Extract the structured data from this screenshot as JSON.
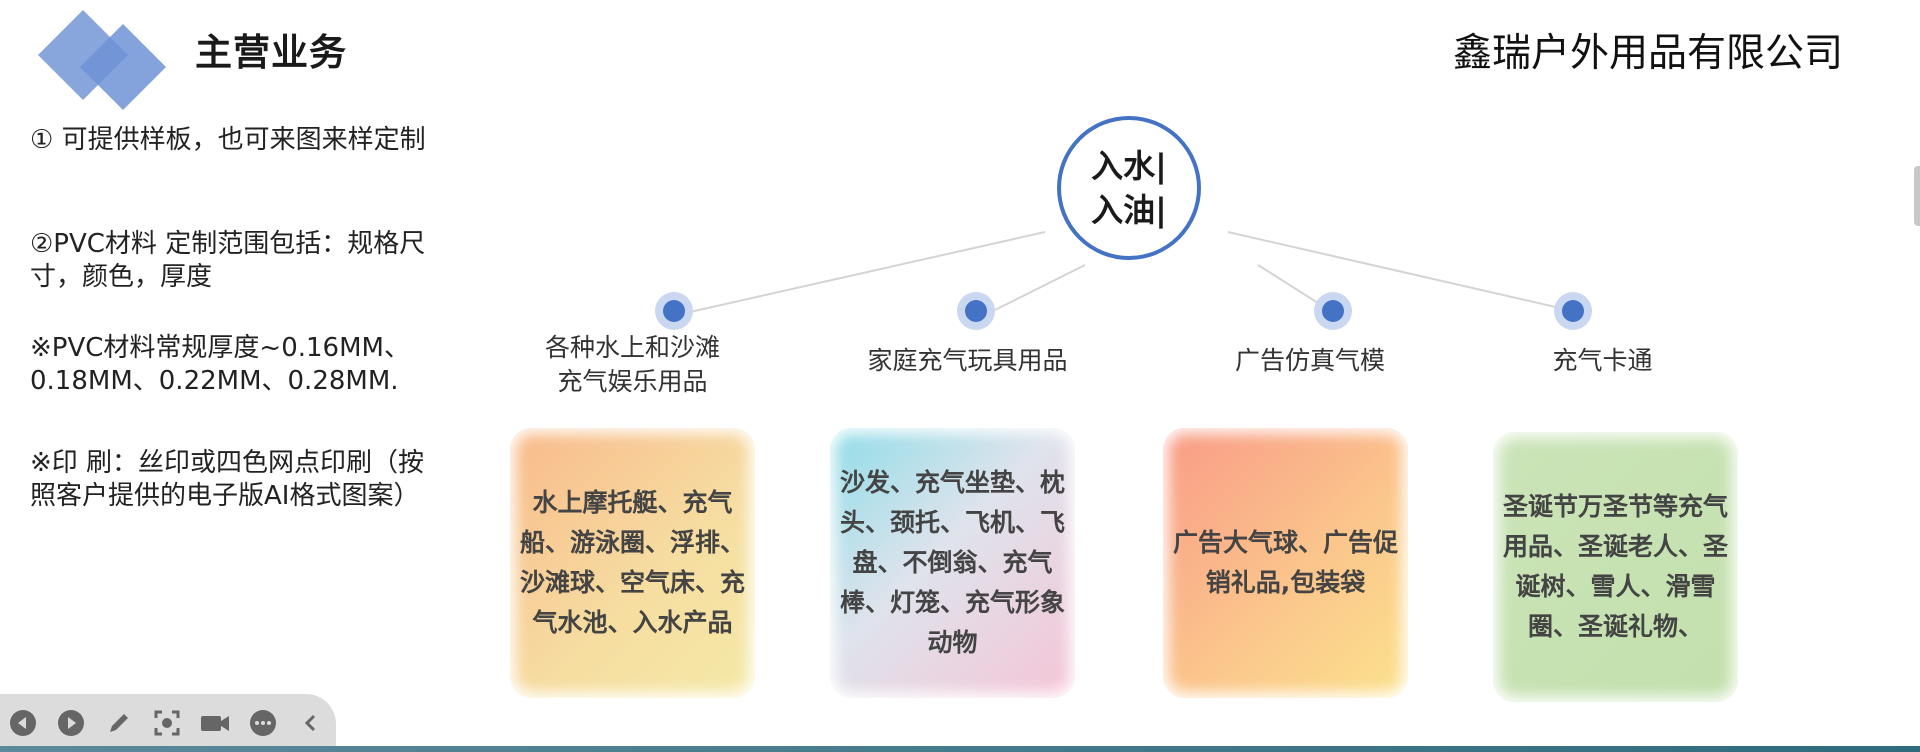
{
  "header": {
    "title": "主营业务",
    "company": "鑫瑞户外用品有限公司"
  },
  "info": {
    "p1": "① 可提供样板，也可来图来样定制",
    "p2": "②PVC材料 定制范围包括：规格尺寸，颜色，厚度",
    "p3": "※PVC材料常规厚度~0.16MM、0.18MM、0.22MM、0.28MM.",
    "p4": "※印 刷：丝印或四色网点印刷（按照客户提供的电子版AI格式图案）"
  },
  "hub": {
    "line1": "入水|",
    "line2": "入油|"
  },
  "categories": [
    {
      "label": "各种水上和沙滩充气娱乐用品",
      "desc": "水上摩托艇、充气船、游泳圈、浮排、沙滩球、空气床、充气水池、入水产品"
    },
    {
      "label": "家庭充气玩具用品",
      "desc": "沙发、充气坐垫、枕头、颈托、飞机、飞盘、不倒翁、充气棒、灯笼、充气形象动物"
    },
    {
      "label": "广告仿真气模",
      "desc": "广告大气球、广告促销礼品,包装袋"
    },
    {
      "label": "充气卡通",
      "desc": "圣诞节万圣节等充气用品、圣诞老人、圣诞树、雪人、滑雪圈、圣诞礼物、"
    }
  ],
  "controls": [
    "prev-icon",
    "next-icon",
    "pen-icon",
    "screenshot-icon",
    "camera-icon",
    "more-icon",
    "collapse-icon"
  ],
  "colors": {
    "accent": "#4472c4",
    "logo": "#7b9bd8"
  }
}
